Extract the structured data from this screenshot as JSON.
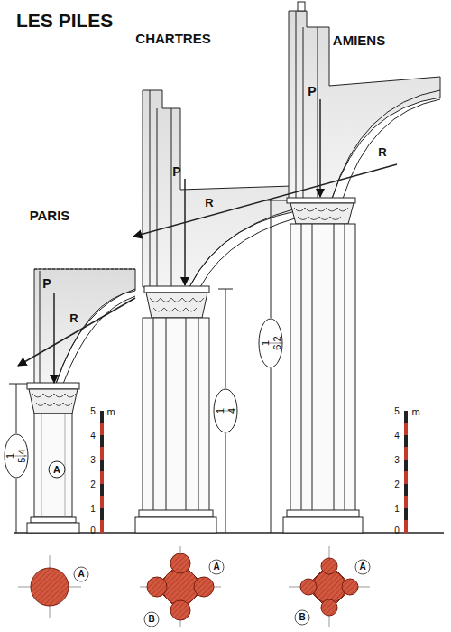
{
  "diagram": {
    "title": "LES PILES",
    "labels": [
      "CHARTRES",
      "AMIENS",
      "PARIS",
      "P",
      "R",
      "P",
      "R",
      "P",
      "R",
      "1",
      "5,4",
      "1",
      "4",
      "1",
      "6,2",
      "A",
      "5",
      "4",
      "3",
      "2",
      "1",
      "0",
      "m",
      "5",
      "4",
      "3",
      "2",
      "1",
      "0",
      "m",
      "A",
      "A",
      "B",
      "A",
      "B"
    ]
  }
}
